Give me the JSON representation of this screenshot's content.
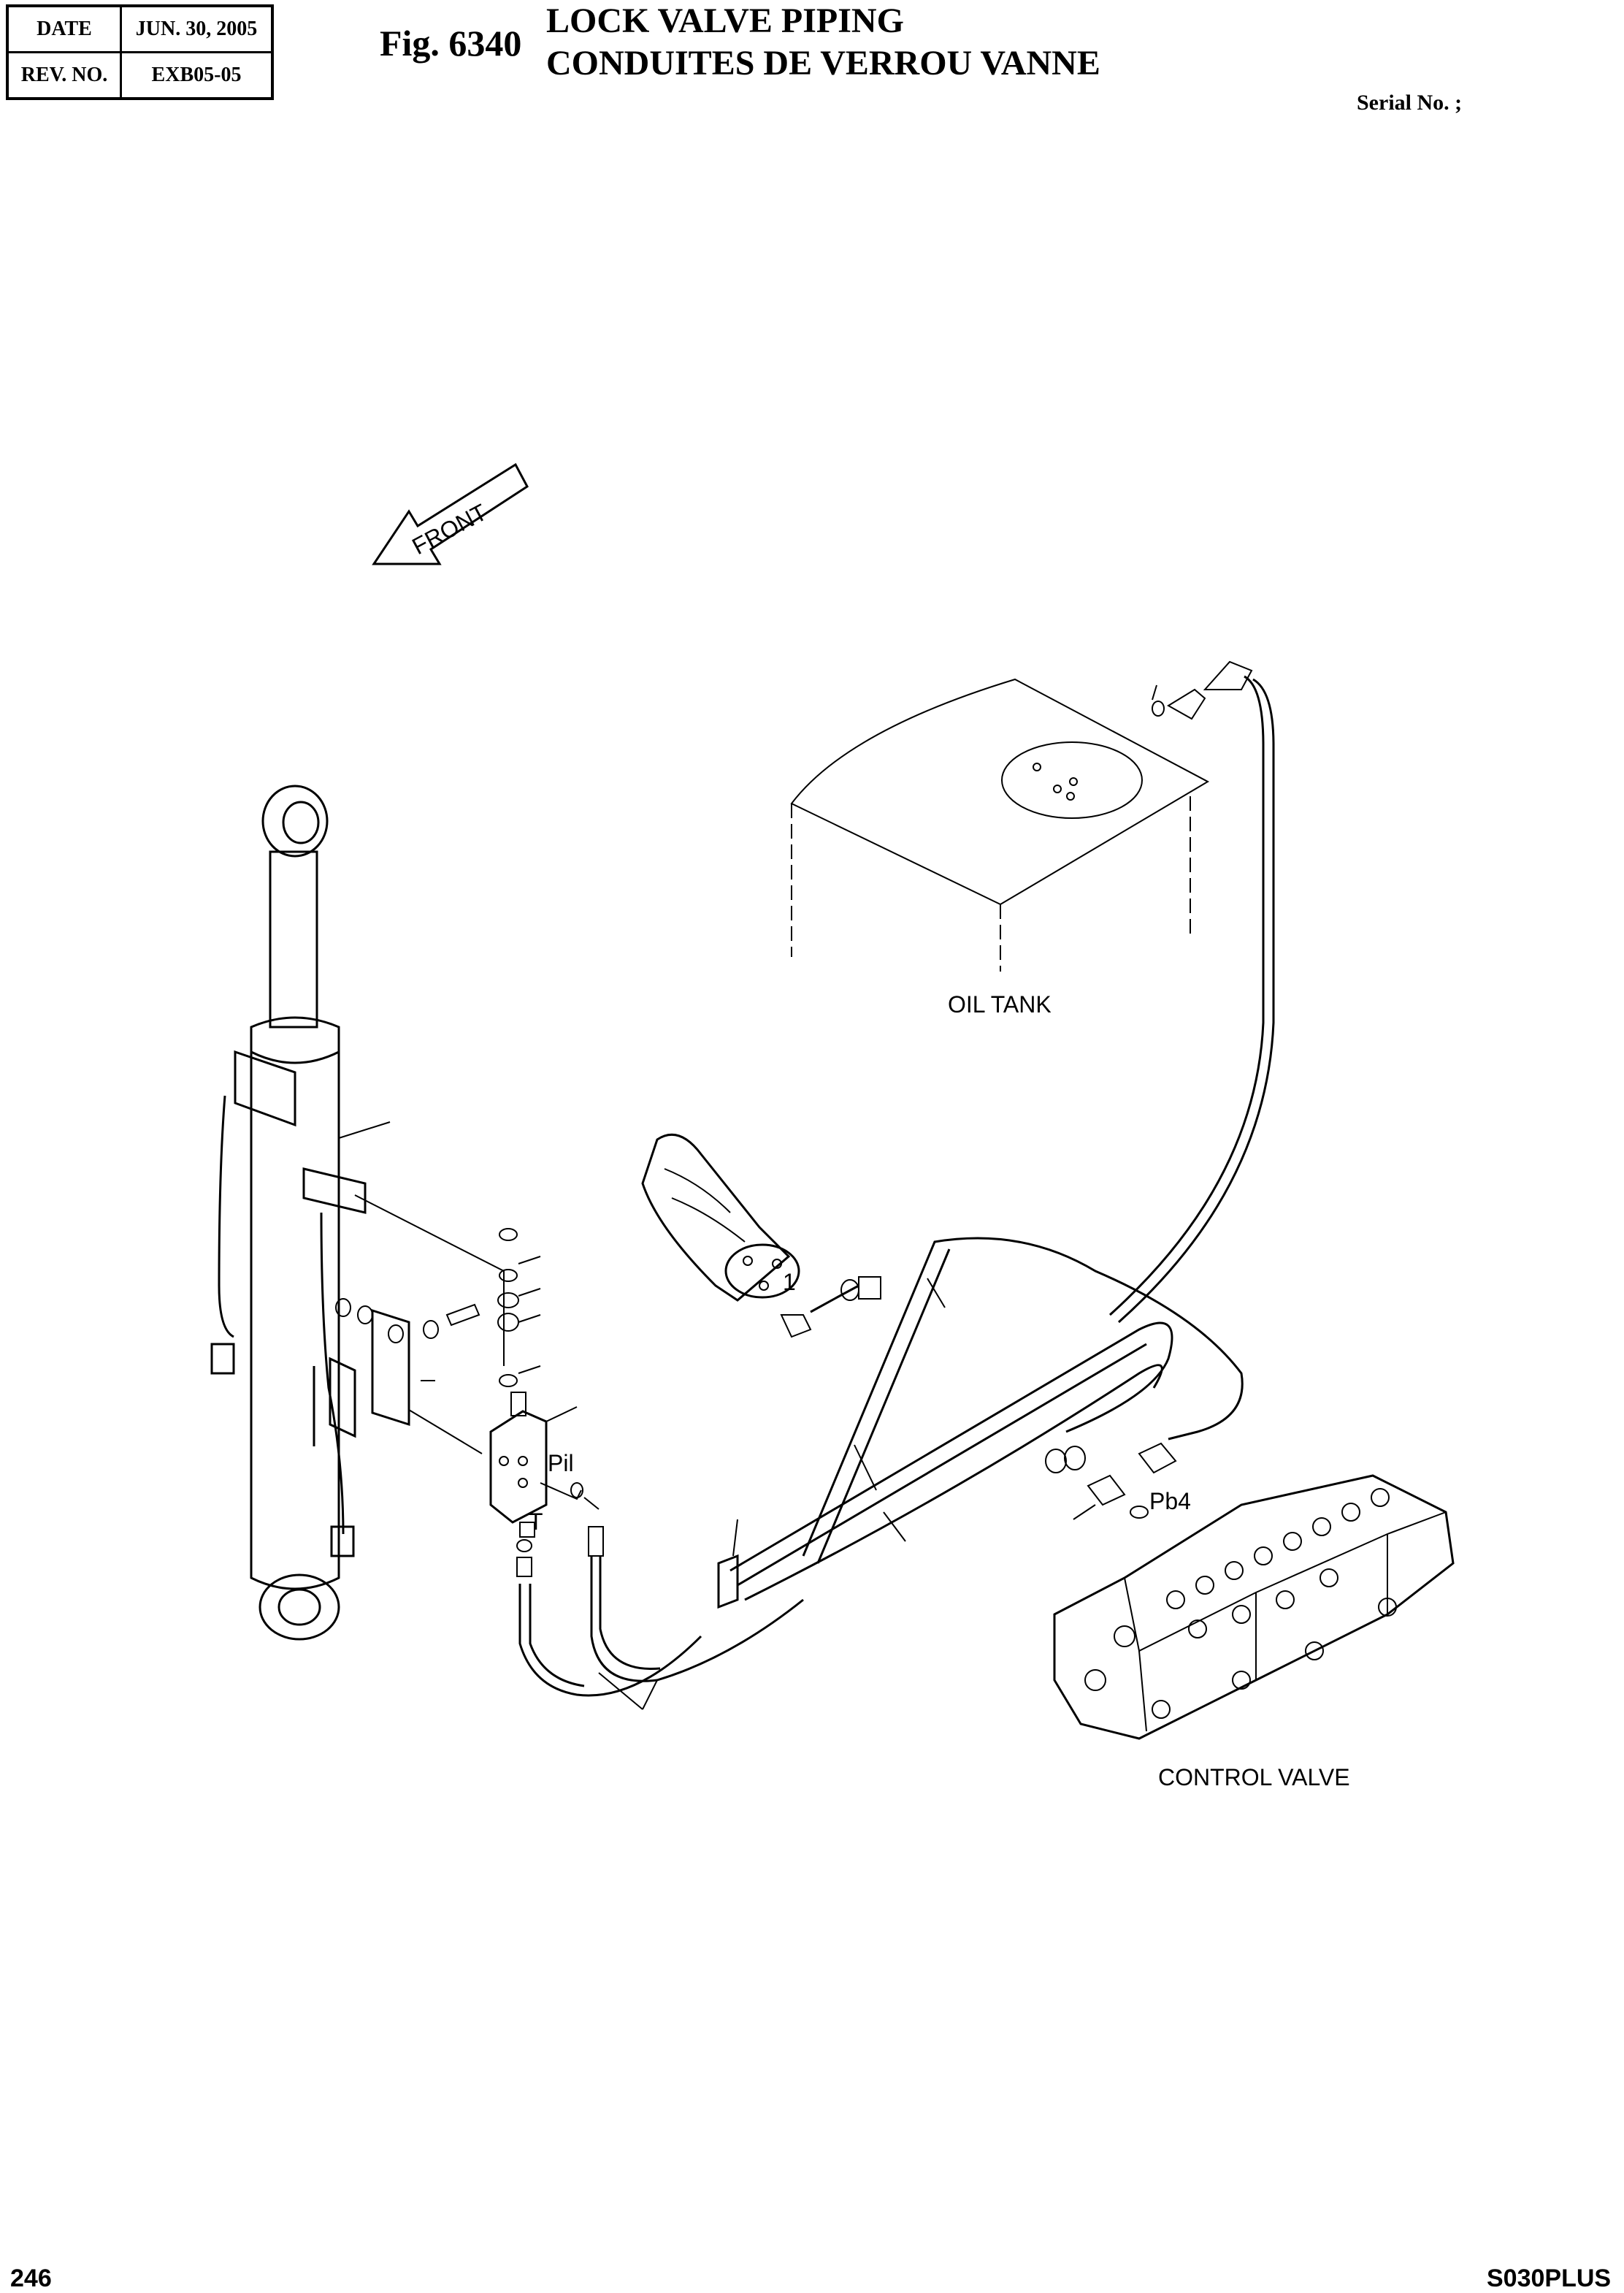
{
  "header": {
    "date_label": "DATE",
    "date_value": "JUN. 30, 2005",
    "rev_label": "REV. NO.",
    "rev_value": "EXB05-05",
    "fig_number": "Fig. 6340",
    "title_en": "LOCK VALVE PIPING",
    "title_fr": "CONDUITES DE VERROU VANNE",
    "serial": "Serial No. ;"
  },
  "diagram": {
    "front_label": "FRONT",
    "oil_tank_label": "OIL TANK",
    "control_valve_label": "CONTROL VALVE",
    "port_pil": "Pil",
    "port_t": "T",
    "port_pb4": "Pb4",
    "item_1": "1"
  },
  "footer": {
    "page_number": "246",
    "model": "S030PLUS"
  }
}
